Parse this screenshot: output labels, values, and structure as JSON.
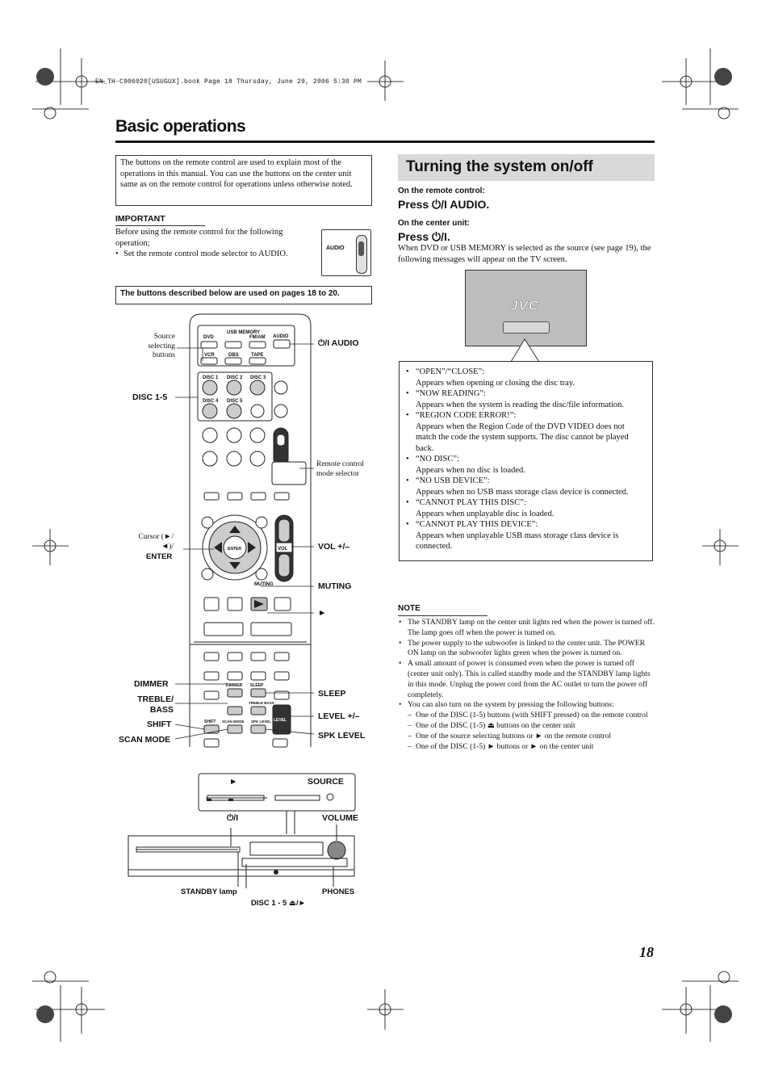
{
  "header": {
    "file_line": "EN_TH-C906020[USUGUX].book  Page 18  Thursday, June 29, 2006  5:30 PM"
  },
  "page_title": "Basic operations",
  "intro_box": "The buttons on the remote control are used to explain most of the operations in this manual. You can use the buttons on the center unit same as on the remote control for operations unless otherwise noted.",
  "important": {
    "heading": "IMPORTANT",
    "text": "Before using the remote control for the following operation;",
    "bullet": "Set the remote control mode selector to AUDIO.",
    "selector_label": "AUDIO"
  },
  "pages_box": "The buttons described below are used on pages 18 to 20.",
  "remote": {
    "labels": {
      "source_selecting": "Source selecting buttons",
      "power_audio": "⏻/I AUDIO",
      "disc": "DISC 1-5",
      "mode_selector": "Remote control mode selector",
      "cursor": "Cursor (►/◄)/",
      "enter": "ENTER",
      "vol": "VOL +/–",
      "muting": "MUTING",
      "play": "►",
      "dimmer": "DIMMER",
      "treble_bass": "TREBLE/ BASS",
      "shift": "SHIFT",
      "scan_mode": "SCAN MODE",
      "sleep": "SLEEP",
      "level": "LEVEL +/–",
      "spk_level": "SPK LEVEL"
    },
    "buttons": {
      "dvd": "DVD",
      "usb": "USB MEMORY",
      "fmam": "FM/AM",
      "audio": "AUDIO",
      "vcr": "VCR",
      "dbs": "DBS",
      "tape": "TAPE",
      "disc1": "DISC 1",
      "disc2": "DISC 2",
      "disc3": "DISC 3",
      "disc4": "DISC 4",
      "disc5": "DISC 5",
      "enter": "ENTER",
      "vol": "VOL",
      "muting": "MUTING",
      "dimmer": "DIMMER",
      "sleep": "SLEEP",
      "treble": "TREBLE BASS",
      "shift": "SHIFT",
      "scanmode": "SCAN MODE",
      "spk": "SPK LEVEL",
      "level": "LEVEL"
    }
  },
  "center_unit": {
    "play": "►",
    "source": "SOURCE",
    "power": "⏻/I",
    "volume": "VOLUME",
    "standby": "STANDBY lamp",
    "disc": "DISC 1 - 5 ⏏/►",
    "phones": "PHONES"
  },
  "section": {
    "heading": "Turning the system on/off",
    "remote_label": "On the remote control:",
    "remote_press": "Press ⏻/I AUDIO.",
    "center_label": "On the center unit:",
    "center_press": "Press ⏻/I.",
    "paragraph": "When DVD or USB MEMORY is selected as the source (see page 19), the following messages will appear on the TV screen.",
    "tv_logo": "JVC"
  },
  "messages": [
    {
      "title": "“OPEN”/“CLOSE”:",
      "desc": "Appears when opening or closing the disc tray."
    },
    {
      "title": "“NOW READING”:",
      "desc": "Appears when the system is reading the disc/file information."
    },
    {
      "title": "“REGION CODE ERROR!”:",
      "desc": "Appears when the Region Code of the DVD VIDEO does not match the code the system supports. The disc cannot be played back."
    },
    {
      "title": "“NO DISC”:",
      "desc": "Appears when no disc is loaded."
    },
    {
      "title": "“NO USB DEVICE”:",
      "desc": "Appears when no USB mass storage class device is connected."
    },
    {
      "title": "“CANNOT PLAY THIS DISC”:",
      "desc": "Appears when unplayable disc is loaded."
    },
    {
      "title": "“CANNOT PLAY THIS DEVICE”:",
      "desc": "Appears when unplayable USB mass storage class device is connected."
    }
  ],
  "note": {
    "heading": "NOTE",
    "items": [
      "The STANDBY lamp on the center unit lights red when the power is turned off. The lamp goes off when the power is turned on.",
      "The power supply to the subwoofer is linked to the center unit. The POWER ON lamp on the subwoofer lights green when the power is turned on.",
      "A small amount of power is consumed even when the power is turned off (center unit only). This is called standby mode and the STANDBY lamp lights in this mode. Unplug the power cord from the AC outlet to turn the power off completely.",
      "You can also turn on the system by pressing the following buttons:"
    ],
    "subitems": [
      "One of the DISC (1-5) buttons (with SHIFT pressed) on the remote control",
      "One of the DISC (1-5) ⏏ buttons on the center unit",
      "One of the source selecting buttons or ► on the remote control",
      "One of the DISC (1-5) ► buttons or ► on the center unit"
    ]
  },
  "page_number": "18"
}
